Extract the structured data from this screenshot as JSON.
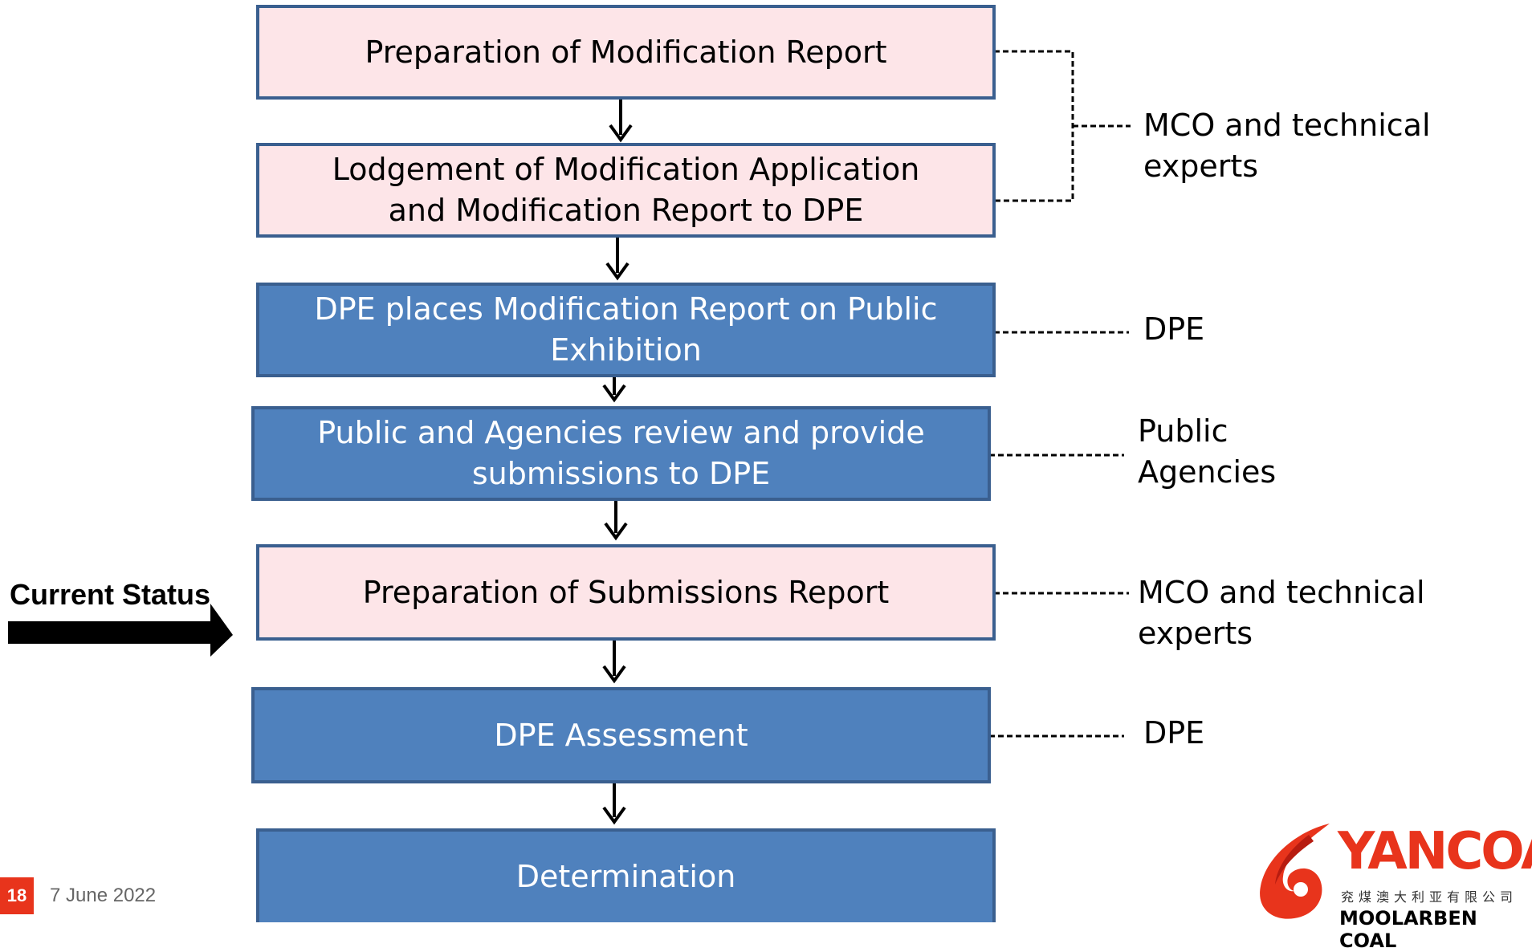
{
  "steps": [
    {
      "text": "Preparation of Modification Report",
      "style": "pink"
    },
    {
      "text": "Lodgement of Modification Application\nand Modification Report to DPE",
      "style": "pink"
    },
    {
      "text": "DPE places Modification Report on Public\nExhibition",
      "style": "blue"
    },
    {
      "text": "Public and Agencies review and provide\nsubmissions to DPE",
      "style": "blue"
    },
    {
      "text": "Preparation of Submissions Report",
      "style": "pink"
    },
    {
      "text": "DPE Assessment",
      "style": "blue"
    },
    {
      "text": "Determination",
      "style": "blue"
    }
  ],
  "responsible": [
    {
      "text": "MCO and technical experts"
    },
    {
      "text": "DPE"
    },
    {
      "text": "Public\nAgencies"
    },
    {
      "text": "MCO and technical experts"
    },
    {
      "text": "DPE"
    }
  ],
  "status_label": "Current Status",
  "footer": {
    "page_number": "18",
    "date": "7 June 2022"
  },
  "logo": {
    "name_part1": "YAN",
    "name_part2": "COAL",
    "chinese": "兖煤澳大利亚有限公司",
    "subtitle": "MOOLARBEN COAL",
    "flame_color": "#e8341c",
    "text_color": "#e8341c"
  },
  "colors": {
    "pink_fill": "#fde5e8",
    "blue_fill": "#4f81bd",
    "border": "#3a5f8f",
    "accent": "#e8341c"
  }
}
